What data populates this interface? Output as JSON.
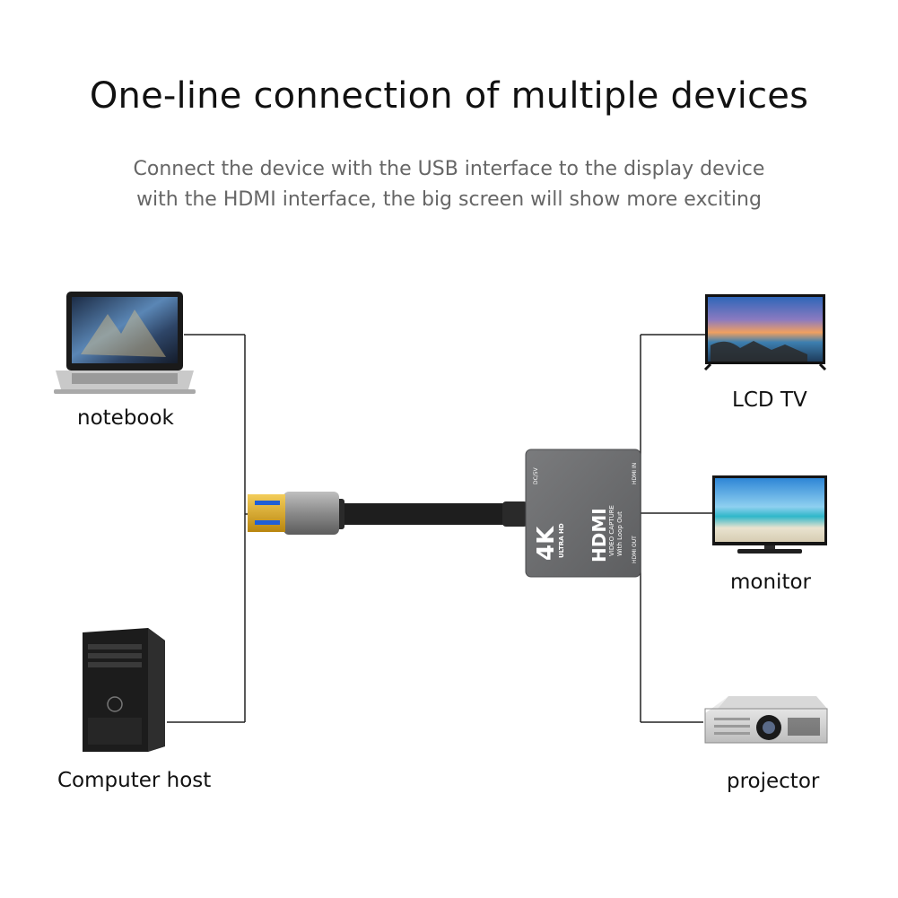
{
  "header": {
    "title": "One-line connection of multiple devices",
    "subtitle_line1": "Connect the device with the USB interface to the display device",
    "subtitle_line2": "with the HDMI interface, the big screen will show more exciting"
  },
  "sources": [
    {
      "label": "notebook",
      "icon": "laptop-icon"
    },
    {
      "label": "Computer host",
      "icon": "desktop-tower-icon"
    }
  ],
  "displays": [
    {
      "label": "LCD TV",
      "icon": "tv-icon"
    },
    {
      "label": "monitor",
      "icon": "monitor-icon"
    },
    {
      "label": "projector",
      "icon": "projector-icon"
    }
  ],
  "adapter": {
    "brand": "HDMI",
    "resolution": "4K",
    "resolution_sub": "ULTRA HD",
    "line1": "VIDEO CAPTURE",
    "line2": "With Loop Out",
    "port_dc": "DC/5V",
    "port_in": "HDMI IN",
    "port_out": "HDMI OUT"
  },
  "colors": {
    "line": "#222222",
    "adapter_body": "#6e6f71",
    "usb_gold": "#d9a520",
    "usb_blue": "#1f5fd6"
  }
}
